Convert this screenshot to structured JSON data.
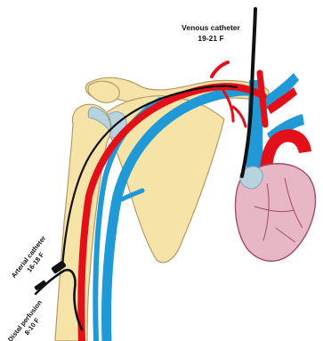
{
  "labels": {
    "venous_catheter": {
      "name": "Venous catheter",
      "size": "19-21 F"
    },
    "arterial_catheter": {
      "name": "Arterial catheter",
      "size": "16-18 F"
    },
    "distal_perfusion": {
      "name": "Distal perfusion",
      "size": "8-10 F"
    }
  },
  "colors": {
    "bone": "#f6e3a8",
    "bone_outline": "#b79a63",
    "cartilage": "#b7d3e0",
    "artery": "#e3101a",
    "vein": "#1f9ad6",
    "catheter": "#111111",
    "heart": "#e8b7c6",
    "heart_outline": "#a24a6a"
  }
}
